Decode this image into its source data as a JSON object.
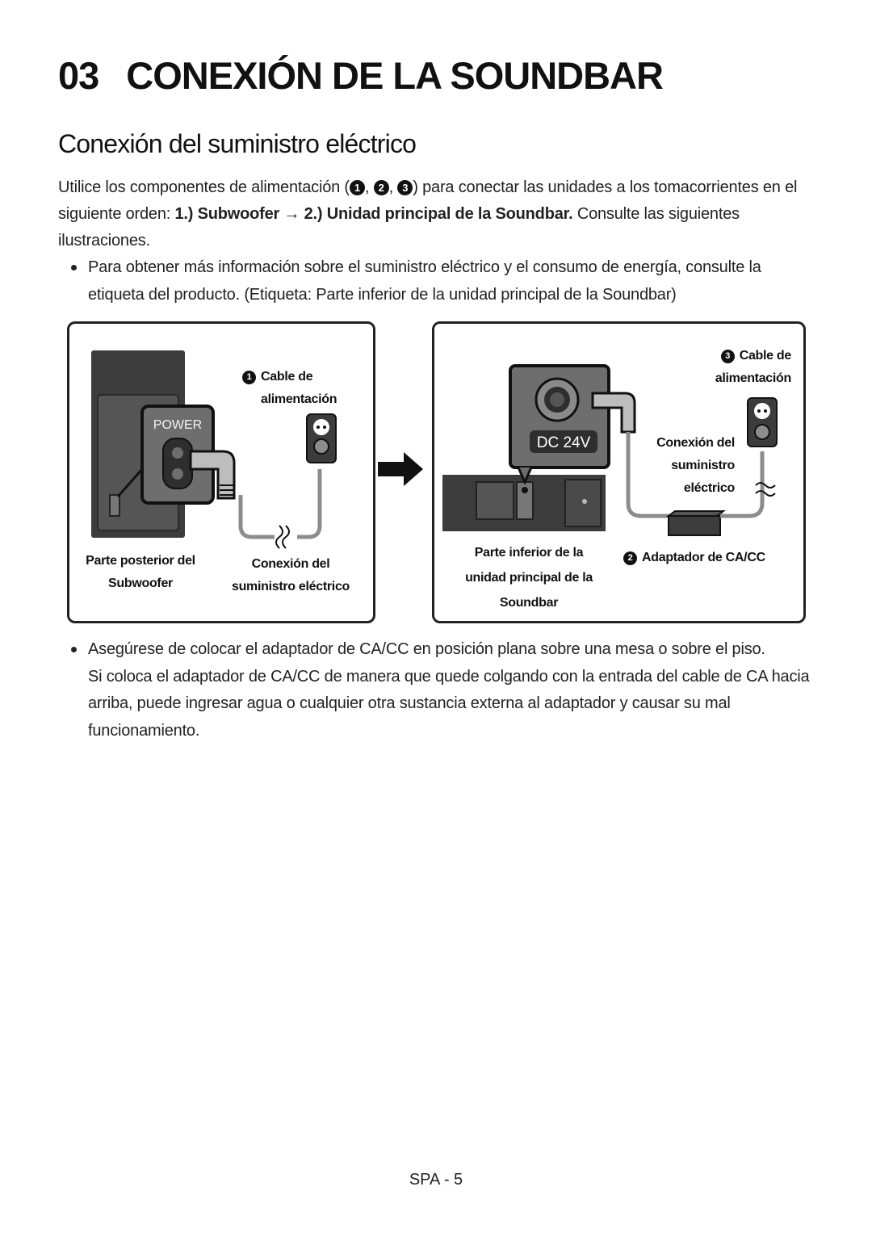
{
  "chapter": {
    "number": "03",
    "title": "CONEXIÓN DE LA SOUNDBAR"
  },
  "section": {
    "title": "Conexión del suministro eléctrico"
  },
  "intro": {
    "part1": "Utilice los componentes de alimentación (",
    "marker1": "1",
    "sep1": ", ",
    "marker2": "2",
    "sep2": ", ",
    "marker3": "3",
    "part2": ") para conectar las unidades a los tomacorrientes en el siguiente orden: ",
    "order": "1.) Subwoofer → 2.) Unidad principal de la Soundbar.",
    "part3": " Consulte las siguientes ilustraciones."
  },
  "bullets": {
    "info": "Para obtener más información sobre el suministro eléctrico y el consumo de energía, consulte la etiqueta del producto. (Etiqueta: Parte inferior de la unidad principal de la Soundbar)",
    "warning_line1": "Asegúrese de colocar el adaptador de CA/CC en posición plana sobre una mesa o sobre el piso.",
    "warning_line2": "Si coloca el adaptador de CA/CC de manera que quede colgando con la entrada del cable de CA hacia arriba, puede ingresar agua o cualquier otra sustancia externa al adaptador y causar su mal funcionamiento."
  },
  "figure_left": {
    "power_label": "POWER",
    "cable_marker": "1",
    "cable_label_1": "Cable de",
    "cable_label_2": "alimentación",
    "sub_label_1": "Parte posterior del",
    "sub_label_2": "Subwoofer",
    "conn_label_1": "Conexión del",
    "conn_label_2": "suministro eléctrico"
  },
  "figure_right": {
    "dc_label": "DC 24V",
    "cable_marker": "3",
    "cable_label_1": "Cable de",
    "cable_label_2": "alimentación",
    "conn_label_1": "Conexión del",
    "conn_label_2": "suministro",
    "conn_label_3": "eléctrico",
    "bottom_label_1": "Parte inferior de la",
    "bottom_label_2": "unidad principal de la",
    "bottom_label_3": "Soundbar",
    "adapter_marker": "2",
    "adapter_label": "Adaptador de CA/CC"
  },
  "footer": {
    "page": "SPA - 5"
  },
  "colors": {
    "device_dark": "#3c3c3c",
    "device_mid": "#6e6e6e",
    "cable_gray": "#8c8c8c",
    "ink": "#111111"
  }
}
